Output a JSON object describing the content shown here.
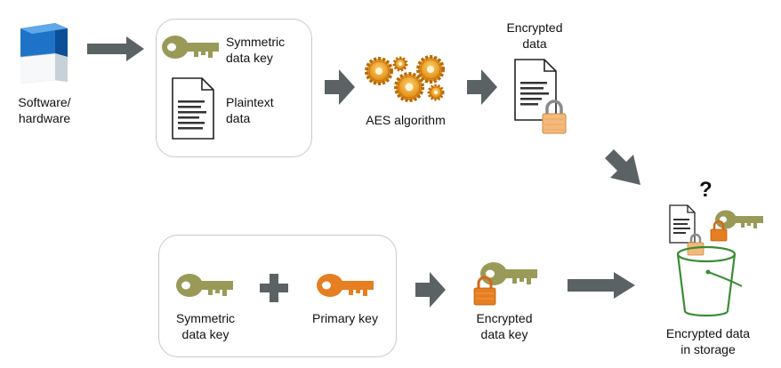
{
  "top_row": {
    "software_label_line1": "Software/",
    "software_label_line2": "hardware",
    "symmetric_label_line1": "Symmetric",
    "symmetric_label_line2": "data key",
    "plaintext_label_line1": "Plaintext",
    "plaintext_label_line2": "data",
    "aes_label": "AES algorithm",
    "encrypted_label_line1": "Encrypted",
    "encrypted_label_line2": "data"
  },
  "bottom_row": {
    "symmetric_label_line1": "Symmetric",
    "symmetric_label_line2": "data key",
    "plus_sign": "+",
    "primary_label": "Primary key",
    "encrypted_key_label_line1": "Encrypted",
    "encrypted_key_label_line2": "data key"
  },
  "storage": {
    "question_mark": "?",
    "label_line1": "Encrypted data",
    "label_line2": "in storage"
  },
  "colors": {
    "arrow": "#5b6264",
    "olive_key": "#9a9a58",
    "orange_key": "#e67e22",
    "lock": "#f4b97a",
    "bucket": "#3a8d34",
    "box_border": "#c9c9c9"
  },
  "icons": [
    "software-box-icon",
    "key-icon",
    "document-icon",
    "gears-icon",
    "lock-icon",
    "bucket-icon",
    "arrow-icon",
    "plus-icon"
  ]
}
